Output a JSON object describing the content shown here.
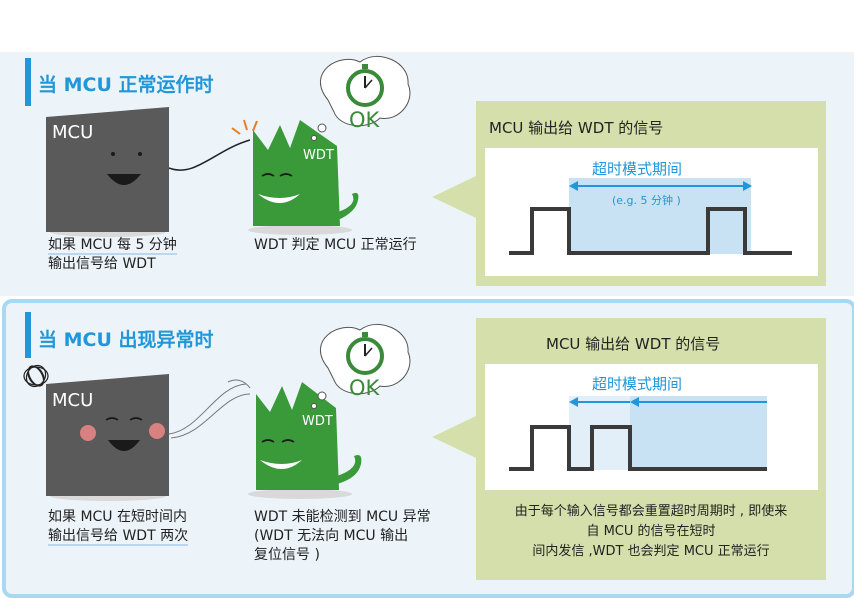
{
  "section1": {
    "heading": "当 MCU 正常运作时",
    "mcu_label": "MCU",
    "wdt_label": "WDT",
    "ok_label": "OK",
    "mcu_caption_line1": "如果 MCU 每 5 分钟",
    "mcu_caption_line2": "输出信号给 WDT",
    "wdt_caption": "WDT 判定 MCU 正常运行",
    "signal_title": "MCU 输出给 WDT 的信号",
    "timeout_label": "超时模式期间",
    "example_label": "(e.g. 5 分钟 )"
  },
  "section2": {
    "heading": "当 MCU 出现异常时",
    "mcu_label": "MCU",
    "wdt_label": "WDT",
    "ok_label": "OK",
    "mcu_caption_line1": "如果 MCU 在短时间内",
    "mcu_caption_line2": "输出信号给 WDT 两次",
    "wdt_caption_line1": "WDT 未能检测到 MCU 异常",
    "wdt_caption_line2": "(WDT 无法向 MCU 输出",
    "wdt_caption_line3": "复位信号 )",
    "signal_title": "MCU 输出给 WDT 的信号",
    "timeout_label": "超时模式期间",
    "note_line1": "由于每个输入信号都会重置超时周期时 , 即使来",
    "note_line2": "自 MCU 的信号在短时",
    "note_line3": "间内发信 ,WDT 也会判定 MCU 正常运行"
  },
  "colors": {
    "accent_blue": "#2196d8",
    "mcu_gray": "#5a5a5a",
    "wdt_green": "#3a9a3a",
    "ok_green": "#3a8a3a",
    "signal_box": "#d4dfab",
    "timeout_fill": "#c8e2f4",
    "cheek_red": "#d98080"
  },
  "icons": [
    "clock-icon",
    "thought-bubble",
    "motion-lines"
  ]
}
